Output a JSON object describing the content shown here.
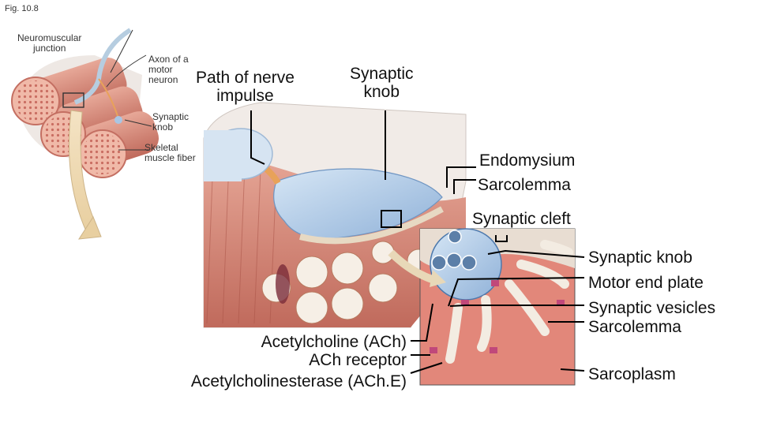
{
  "figure": {
    "label": "Fig. 10.8"
  },
  "labels": {
    "neuromuscular_junction": "Neuromuscular\njunction",
    "axon_motor_neuron": "Axon of a\nmotor\nneuron",
    "synaptic_knob_small": "Synaptic\nknob",
    "skeletal_muscle_fiber": "Skeletal\nmuscle fiber",
    "path_of_nerve_impulse": "Path of nerve\nimpulse",
    "synaptic_knob_top": "Synaptic\nknob",
    "endomysium": "Endomysium",
    "sarcolemma_top": "Sarcolemma",
    "synaptic_cleft": "Synaptic cleft",
    "synaptic_knob_right": "Synaptic knob",
    "motor_end_plate": "Motor end plate",
    "synaptic_vesicles": "Synaptic vesicles",
    "sarcolemma_right": "Sarcolemma",
    "sarcoplasm": "Sarcoplasm",
    "acetylcholine": "Acetylcholine (ACh)",
    "ach_receptor": "ACh receptor",
    "acetylcholinesterase": "Acetylcholinesterase (ACh.E)"
  },
  "colors": {
    "muscle": "#d98a7a",
    "muscle_dark": "#b85a4e",
    "fiber_end": "#f0b9a8",
    "nerve_blue": "#a9c6e4",
    "nerve_blue_dark": "#6f95c2",
    "axon_orange": "#e8a25a",
    "receptor_magenta": "#c0487a",
    "pointer_line": "#000000"
  }
}
